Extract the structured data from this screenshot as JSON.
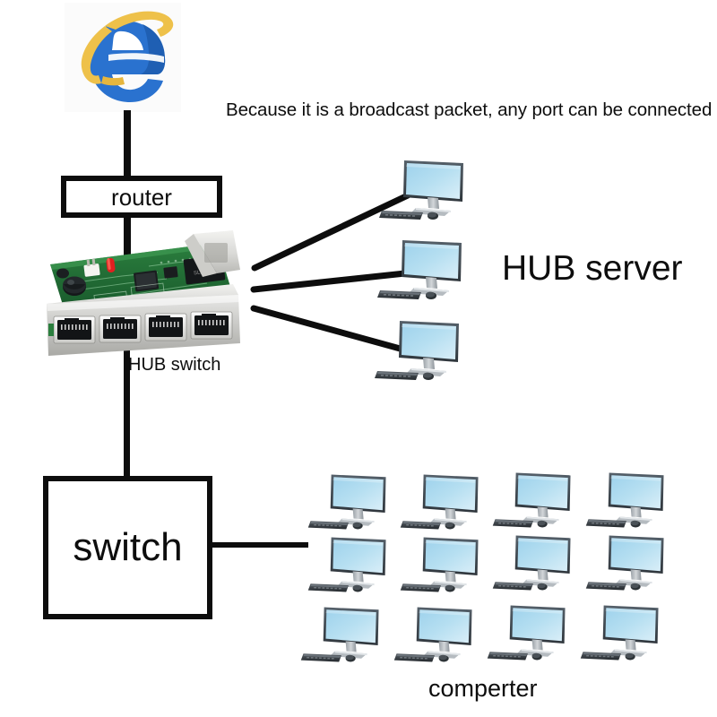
{
  "diagram": {
    "title": "Network topology: router to HUB switch to servers and computers",
    "background": "#ffffff",
    "line_color": "#0d0d0d",
    "screen_color": "#a8d8ee",
    "bezel_color": "#3a4248",
    "pcb_color": "#1f6b33"
  },
  "nodes": {
    "internet_icon": {
      "name": "internet-explorer-logo",
      "alt": "Internet Explorer e logo"
    },
    "router": {
      "label": "router"
    },
    "hub_switch": {
      "label": "HUB switch",
      "ports": 4,
      "device_alt": "green PCB 4-port network switch board"
    },
    "switch": {
      "label": "switch"
    },
    "hub_server_group": {
      "label": "HUB server",
      "count": 3
    },
    "computer_group": {
      "label": "comperter",
      "count": 12,
      "rows": 3,
      "columns": 4
    }
  },
  "annotations": {
    "broadcast_note": "Because it is a broadcast packet, any port can be connected"
  },
  "servers": [
    {
      "alt": "server computer 1"
    },
    {
      "alt": "server computer 2"
    },
    {
      "alt": "server computer 3"
    }
  ],
  "computers": [
    {
      "alt": "computer 1"
    },
    {
      "alt": "computer 2"
    },
    {
      "alt": "computer 3"
    },
    {
      "alt": "computer 4"
    },
    {
      "alt": "computer 5"
    },
    {
      "alt": "computer 6"
    },
    {
      "alt": "computer 7"
    },
    {
      "alt": "computer 8"
    },
    {
      "alt": "computer 9"
    },
    {
      "alt": "computer 10"
    },
    {
      "alt": "computer 11"
    },
    {
      "alt": "computer 12"
    }
  ]
}
